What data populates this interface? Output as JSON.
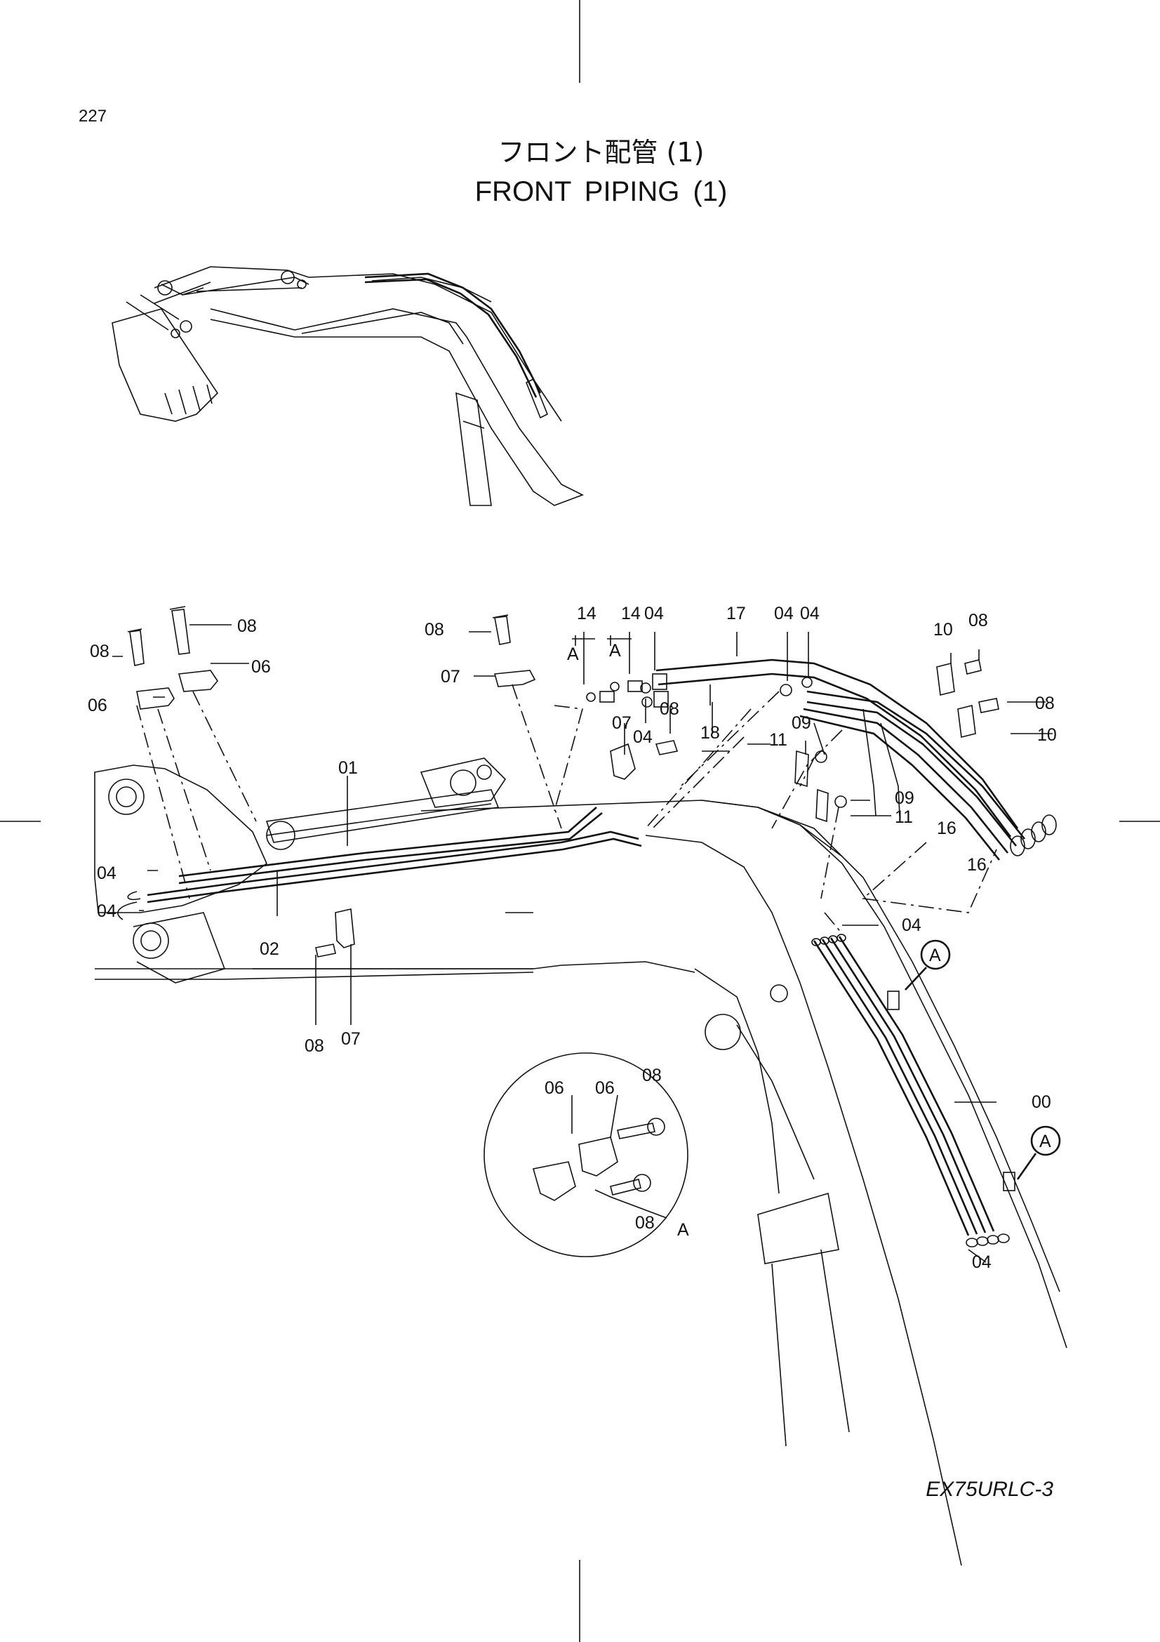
{
  "page_number": "227",
  "title_ja": "フロント配管 (1)",
  "title_en": "FRONT PIPING (1)",
  "model_code": "EX75URLC-3",
  "callouts": {
    "c00": "00",
    "c01": "01",
    "c02": "02",
    "c04a": "04",
    "c04b": "04",
    "c04c": "04",
    "c04d": "04",
    "c04e": "04",
    "c04f": "04",
    "c04g": "04",
    "c04h": "04",
    "c06a": "06",
    "c06b": "06",
    "c06c": "06",
    "c06d": "06",
    "c07a": "07",
    "c07b": "07",
    "c07c": "07",
    "c08a": "08",
    "c08b": "08",
    "c08c": "08",
    "c08d": "08",
    "c08e": "08",
    "c08f": "08",
    "c08g": "08",
    "c08h": "08",
    "c08i": "08",
    "c09a": "09",
    "c09b": "09",
    "c10a": "10",
    "c10b": "10",
    "c11a": "11",
    "c11b": "11",
    "c14a": "14",
    "c14b": "14",
    "c16a": "16",
    "c16b": "16",
    "c17": "17",
    "c18": "18"
  },
  "view_markers": {
    "a1": "A",
    "a2": "A",
    "a3": "A",
    "a4": "A",
    "a5": "A"
  },
  "icons": {
    "overview": "excavator-front-overview-illustration",
    "exploded": "boom-piping-exploded-view",
    "detail": "detail-view-a-circle"
  }
}
